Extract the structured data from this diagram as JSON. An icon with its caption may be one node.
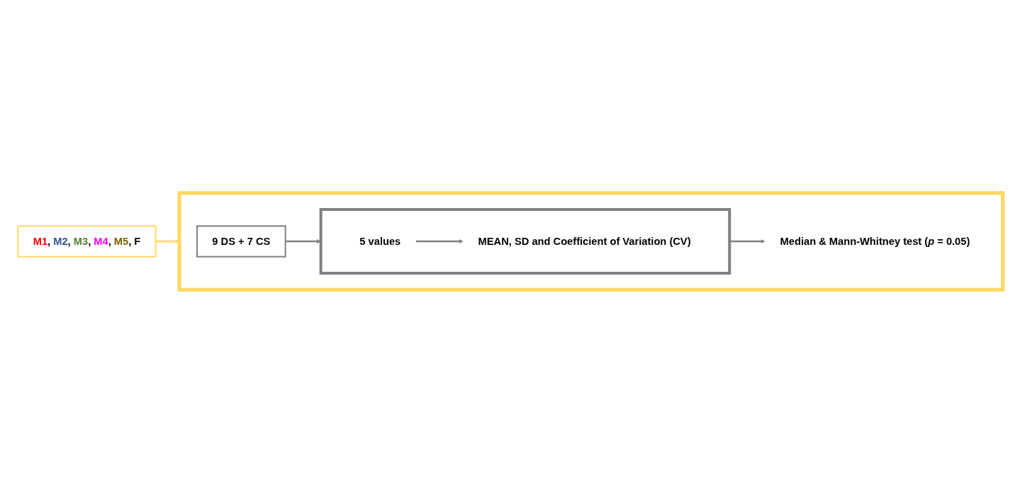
{
  "diagram": {
    "nodes": [
      {
        "text": [],
        "shape": "box"
      },
      {
        "text": [],
        "shape": "box",
        "in": 0
      },
      {
        "text": [
          "5 values"
        ],
        "in": 1
      },
      {
        "text": [
          "MEAN, SD and Coefficient of Variation (CV)"
        ],
        "in": 1
      },
      {
        "text": [
          "9 DS + 7 CS"
        ],
        "in": 0
      },
      {
        "text": [
          "Median & Mann-Whitney test (*p* = 0.05)"
        ],
        "in": 0
      },
      {
        "text": [
          "M1, M2, M3, M4, M5, F"
        ]
      }
    ],
    "edges": [
      {
        "from": 2,
        "to": 3,
        "arrow": "to"
      },
      {
        "from": 4,
        "to": 1,
        "arrow": "to"
      },
      {
        "from": 1,
        "to": 5,
        "arrow": "to"
      },
      {
        "from": 6,
        "to": 0,
        "arrow": "to",
        "color": "#ffd966"
      }
    ]
  }
}
